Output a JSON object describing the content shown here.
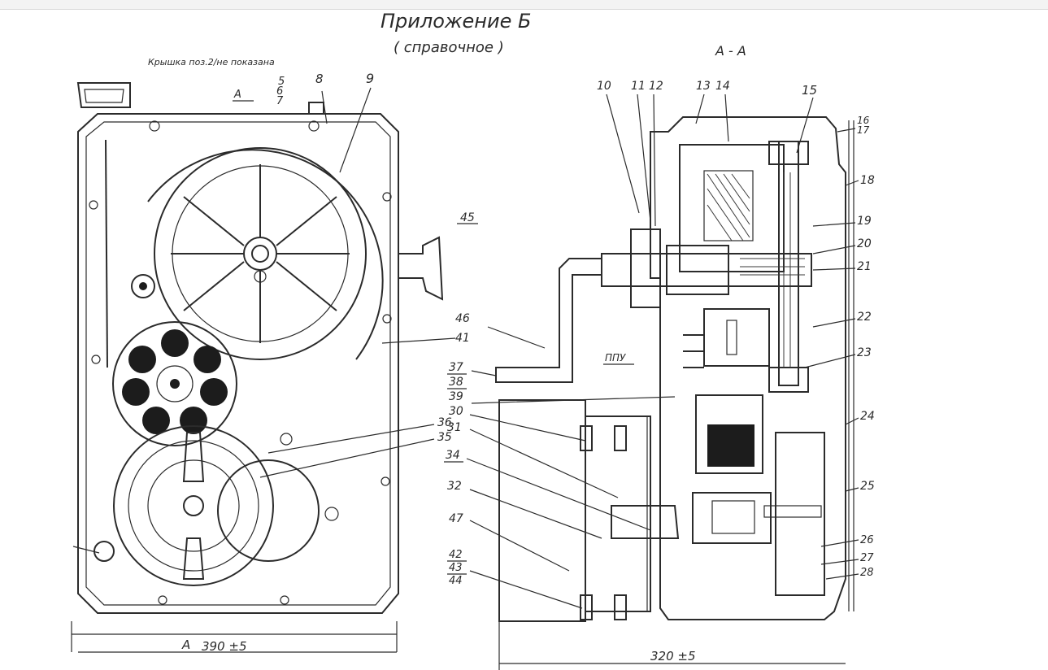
{
  "header": {
    "title": "Приложение Б",
    "subtitle": "( справочное )",
    "note": "Крышка поз.2/не показана",
    "section_label": "А - А"
  },
  "left_view": {
    "section_mark": "А",
    "dimension": "390 ±5",
    "position_labels": [
      "5",
      "6",
      "7",
      "8",
      "9",
      "45",
      "41",
      "36",
      "35"
    ]
  },
  "right_view": {
    "label_ppu": "ППУ",
    "dimension": "320 ±5",
    "top_labels": [
      "10",
      "11",
      "12",
      "13",
      "14",
      "15"
    ],
    "right_labels": [
      "16",
      "17",
      "18",
      "19",
      "20",
      "21",
      "22",
      "23",
      "24",
      "25",
      "26",
      "27",
      "28"
    ],
    "left_labels": [
      "46",
      "37",
      "38",
      "39",
      "30",
      "31",
      "34",
      "32",
      "47",
      "42",
      "43",
      "44"
    ]
  }
}
